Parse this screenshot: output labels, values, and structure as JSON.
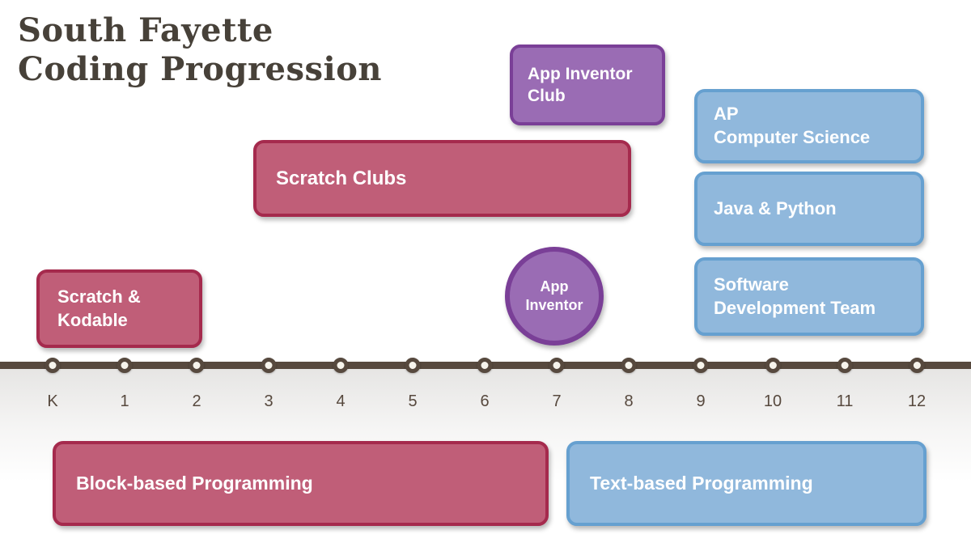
{
  "title": {
    "line1": "South Fayette",
    "line2": "Coding Progression"
  },
  "timeline": {
    "grades": [
      "K",
      "1",
      "2",
      "3",
      "4",
      "5",
      "6",
      "7",
      "8",
      "9",
      "10",
      "11",
      "12"
    ]
  },
  "boxes": {
    "scratch_kodable": "Scratch &\nKodable",
    "scratch_clubs": "Scratch Clubs",
    "app_inventor_club": "App Inventor\nClub",
    "app_inventor_circle": "App\nInventor",
    "ap_computer_science": "AP\nComputer Science",
    "java_python": "Java & Python",
    "software_development": "Software\nDevelopment Team",
    "block_based": "Block-based Programming",
    "text_based": "Text-based Programming"
  },
  "colors": {
    "red_fill": "#c05e78",
    "red_border": "#a52a4d",
    "purple_fill": "#9a6cb4",
    "purple_border": "#7a3f97",
    "blue_fill": "#90b8dc",
    "blue_border": "#66a0d0",
    "timeline": "#57493e",
    "title_text": "#474139",
    "grade_label_text": "#57493e"
  }
}
